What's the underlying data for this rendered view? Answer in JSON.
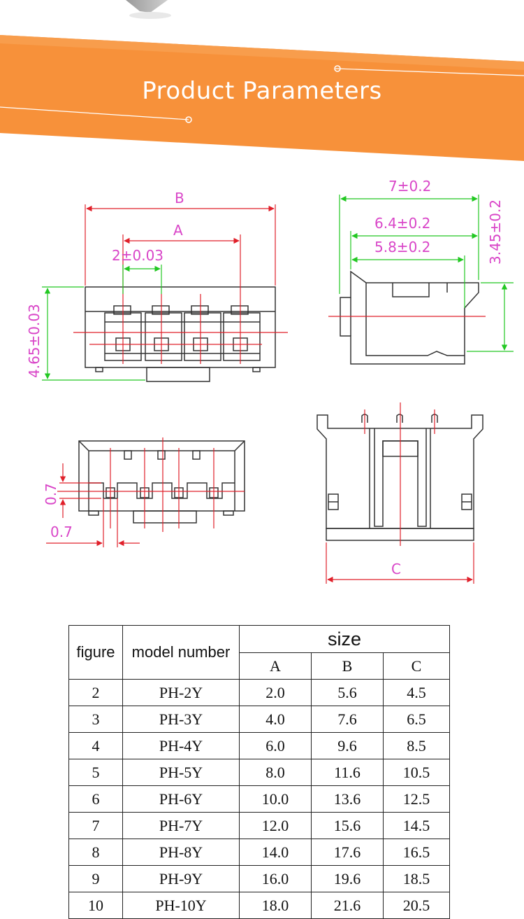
{
  "header": {
    "title": "Product Parameters"
  },
  "colors": {
    "banner": "#f7913a",
    "dimension_text": "#d946c8",
    "dimension_line_red": "#e0202a",
    "dimension_line_green": "#22c822"
  },
  "drawings": {
    "front_view": {
      "B": "B",
      "A": "A",
      "pitch": "2±0.03",
      "height": "4.65±0.03"
    },
    "side_view": {
      "w1": "7±0.2",
      "w2": "6.4±0.2",
      "w3": "5.8±0.2",
      "h": "3.45±0.2"
    },
    "bottom_view": {
      "d1": "0.7",
      "d2": "0.7"
    },
    "end_view": {
      "C": "C"
    }
  },
  "table": {
    "headers": {
      "figure": "figure",
      "model": "model number",
      "size": "size",
      "a": "A",
      "b": "B",
      "c": "C"
    },
    "rows": [
      {
        "figure": "2",
        "model": "PH-2Y",
        "a": "2.0",
        "b": "5.6",
        "c": "4.5"
      },
      {
        "figure": "3",
        "model": "PH-3Y",
        "a": "4.0",
        "b": "7.6",
        "c": "6.5"
      },
      {
        "figure": "4",
        "model": "PH-4Y",
        "a": "6.0",
        "b": "9.6",
        "c": "8.5"
      },
      {
        "figure": "5",
        "model": "PH-5Y",
        "a": "8.0",
        "b": "11.6",
        "c": "10.5"
      },
      {
        "figure": "6",
        "model": "PH-6Y",
        "a": "10.0",
        "b": "13.6",
        "c": "12.5"
      },
      {
        "figure": "7",
        "model": "PH-7Y",
        "a": "12.0",
        "b": "15.6",
        "c": "14.5"
      },
      {
        "figure": "8",
        "model": "PH-8Y",
        "a": "14.0",
        "b": "17.6",
        "c": "16.5"
      },
      {
        "figure": "9",
        "model": "PH-9Y",
        "a": "16.0",
        "b": "19.6",
        "c": "18.5"
      },
      {
        "figure": "10",
        "model": "PH-10Y",
        "a": "18.0",
        "b": "21.6",
        "c": "20.5"
      }
    ]
  }
}
